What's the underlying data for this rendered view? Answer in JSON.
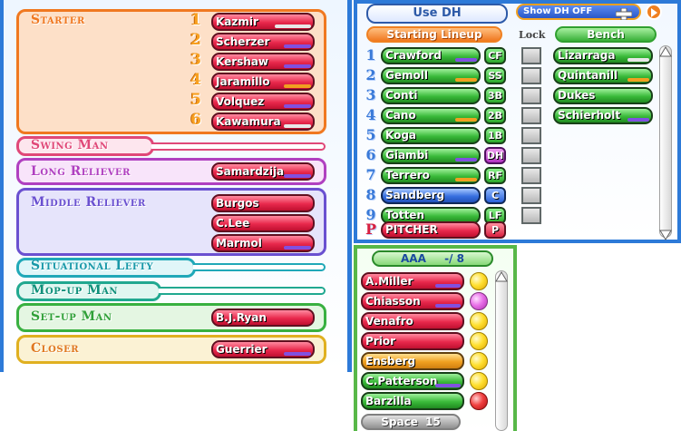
{
  "pitching": {
    "starter": {
      "title": "Starter",
      "numbers": [
        "1",
        "2",
        "3",
        "4",
        "5",
        "6"
      ],
      "players": [
        "Kazmir",
        "Scherzer",
        "Kershaw",
        "Jaramillo",
        "Volquez",
        "Kawamura"
      ]
    },
    "swing_man": {
      "title": "Swing Man"
    },
    "long_reliever": {
      "title": "Long Reliever",
      "players": [
        "Samardzija"
      ]
    },
    "middle_reliever": {
      "title": "Middle Reliever",
      "players": [
        "Burgos",
        "C.Lee",
        "Marmol"
      ]
    },
    "situational_lefty": {
      "title": "Situational Lefty"
    },
    "mop_up_man": {
      "title": "Mop-up Man"
    },
    "set_up_man": {
      "title": "Set-up Man",
      "players": [
        "B.J.Ryan"
      ]
    },
    "closer": {
      "title": "Closer",
      "players": [
        "Guerrier"
      ]
    }
  },
  "lineup": {
    "use_dh_button": "Use DH",
    "show_dh_label": "Show DH OFF",
    "starting_lineup_title": "Starting Lineup",
    "lock_label": "Lock",
    "bench_title": "Bench",
    "batters": [
      {
        "order": "1",
        "name": "Crawford",
        "pos": "CF"
      },
      {
        "order": "2",
        "name": "Gemoll",
        "pos": "SS"
      },
      {
        "order": "3",
        "name": "Conti",
        "pos": "3B"
      },
      {
        "order": "4",
        "name": "Cano",
        "pos": "2B"
      },
      {
        "order": "5",
        "name": "Koga",
        "pos": "1B"
      },
      {
        "order": "6",
        "name": "Giambi",
        "pos": "DH"
      },
      {
        "order": "7",
        "name": "Terrero",
        "pos": "RF"
      },
      {
        "order": "8",
        "name": "Sandberg",
        "pos": "C"
      },
      {
        "order": "9",
        "name": "Totten",
        "pos": "LF"
      },
      {
        "order": "P",
        "name": "PITCHER",
        "pos": "P"
      }
    ],
    "bench": [
      "Lizarraga",
      "Quintanill",
      "Dukes",
      "Schierholt"
    ]
  },
  "aaa": {
    "title": "AAA",
    "count": "-/ 8",
    "players": [
      "A.Miller",
      "Chiasson",
      "Venafro",
      "Prior",
      "Ensberg",
      "C.Patterson",
      "Barzilla"
    ],
    "space_label": "Space",
    "space_count": "15"
  },
  "colors": {
    "starter": "#f07820",
    "swing": "#e04878",
    "long": "#b040c0",
    "middle": "#6a50d0",
    "lefty": "#20a8b8",
    "mopup": "#20a890",
    "setup": "#38b040",
    "closer": "#e0b020"
  }
}
